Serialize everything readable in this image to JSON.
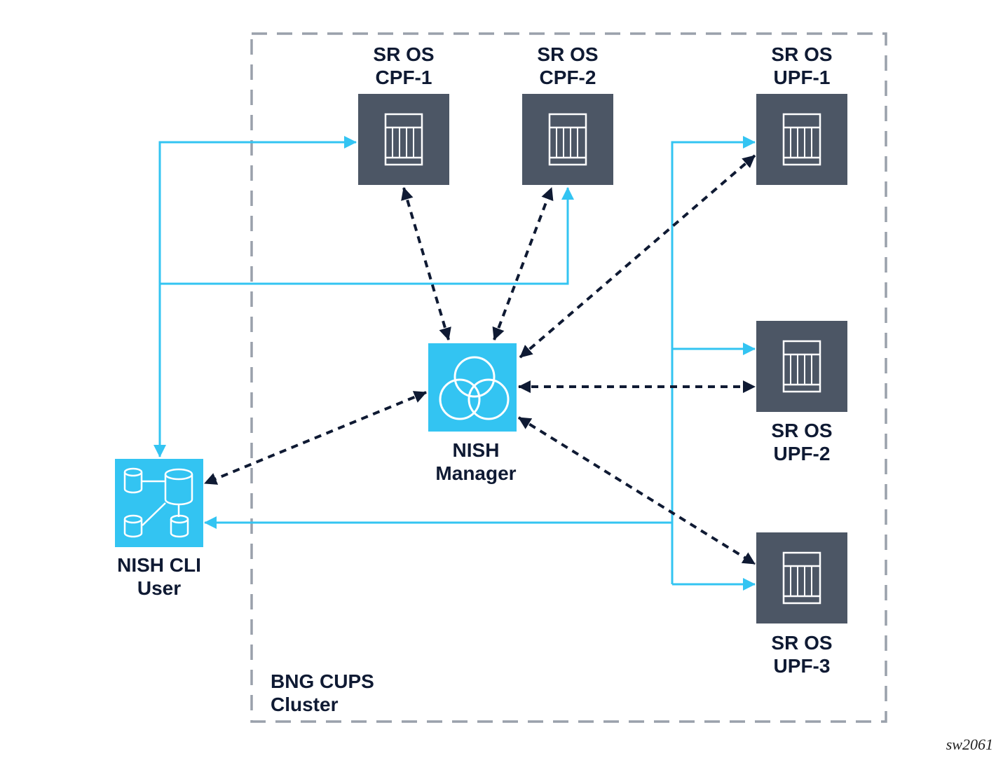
{
  "diagram": {
    "cluster_label": [
      "BNG CUPS",
      "Cluster"
    ],
    "footer_id": "sw2061",
    "colors": {
      "node_dark": "#4c5665",
      "node_cyan": "#33c4f2",
      "link_cyan": "#33c4f2",
      "link_dashed": "#0f1a33",
      "cluster_border": "#9aa1ab",
      "text": "#0f1a33"
    },
    "nodes": [
      {
        "id": "cpf1",
        "label": [
          "SR OS",
          "CPF-1"
        ],
        "icon": "router-chassis-icon"
      },
      {
        "id": "cpf2",
        "label": [
          "SR OS",
          "CPF-2"
        ],
        "icon": "router-chassis-icon"
      },
      {
        "id": "upf1",
        "label": [
          "SR OS",
          "UPF-1"
        ],
        "icon": "router-chassis-icon"
      },
      {
        "id": "upf2",
        "label": [
          "SR OS",
          "UPF-2"
        ],
        "icon": "router-chassis-icon"
      },
      {
        "id": "upf3",
        "label": [
          "SR OS",
          "UPF-3"
        ],
        "icon": "router-chassis-icon"
      },
      {
        "id": "nish_manager",
        "label": [
          "NISH",
          "Manager"
        ],
        "icon": "venn-circles-icon"
      },
      {
        "id": "nish_cli",
        "label": [
          "NISH CLI",
          "User"
        ],
        "icon": "database-cluster-icon"
      }
    ],
    "links": [
      {
        "from": "nish_cli",
        "to": "cpf1",
        "style": "solid"
      },
      {
        "from": "nish_cli",
        "to": "cpf2",
        "style": "solid"
      },
      {
        "from": "upf_bus",
        "to": "upf1",
        "style": "solid"
      },
      {
        "from": "upf_bus",
        "to": "upf2",
        "style": "solid"
      },
      {
        "from": "upf_bus",
        "to": "upf3",
        "style": "solid"
      },
      {
        "from": "upf_bus",
        "to": "nish_cli",
        "style": "solid"
      },
      {
        "from": "nish_manager",
        "to": "cpf1",
        "style": "dashed-bidirectional"
      },
      {
        "from": "nish_manager",
        "to": "cpf2",
        "style": "dashed-bidirectional"
      },
      {
        "from": "nish_manager",
        "to": "upf1",
        "style": "dashed-bidirectional"
      },
      {
        "from": "nish_manager",
        "to": "upf2",
        "style": "dashed-bidirectional"
      },
      {
        "from": "nish_manager",
        "to": "upf3",
        "style": "dashed-bidirectional"
      },
      {
        "from": "nish_manager",
        "to": "nish_cli",
        "style": "dashed-bidirectional"
      }
    ]
  }
}
